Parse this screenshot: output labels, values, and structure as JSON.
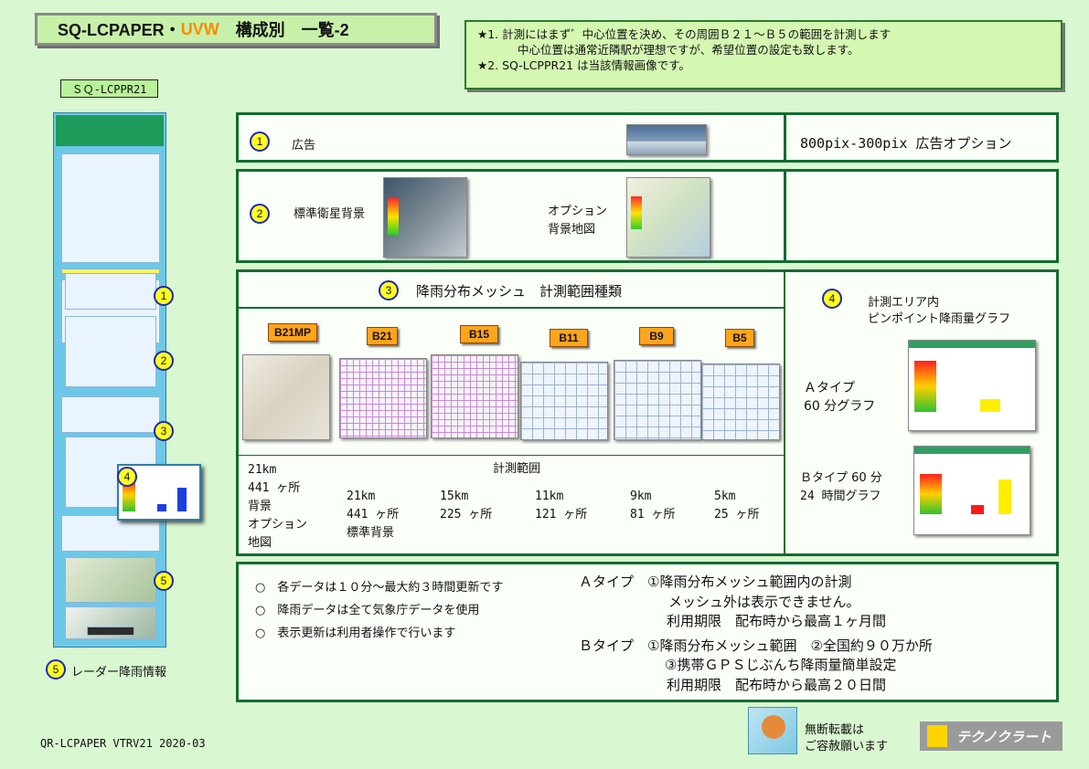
{
  "header": {
    "title_prefix": "SQ-LCPAPER・",
    "title_uvw": "UVW",
    "title_suffix": "　構成別　一覧-2"
  },
  "notes": [
    "★1. 計測にはまず゛中心位置を決め、その周囲Ｂ２１～Ｂ５の範囲を計測します",
    "中心位置は通常近隣駅が理想ですが、希望位置の設定も致します。",
    "★2. SQ-LCPPR21 は当該情報画像です。"
  ],
  "phone": {
    "label": "ＳＱ-LCPPR21",
    "markers": [
      "1",
      "2",
      "3",
      "4",
      "5"
    ]
  },
  "radar_caption": {
    "num": "5",
    "text": "レーダー降雨情報"
  },
  "section1": {
    "num": "1",
    "label": "広告",
    "spec": "800pix-300pix 広告オプション"
  },
  "section2": {
    "num": "2",
    "label_std": "標準衛星背景",
    "label_opt_1": "オプション",
    "label_opt_2": "背景地図"
  },
  "section3": {
    "num": "3",
    "title": "降雨分布メッシュ　計測範囲種類",
    "chips": [
      "B21MP",
      "B21",
      "B15",
      "B11",
      "B9",
      "B5"
    ],
    "range_label": "計測範囲",
    "col0": [
      "21km",
      "441 ヶ所",
      "背景",
      "オプション",
      "地図"
    ],
    "col1": [
      "21km",
      "441 ヶ所",
      "標準背景"
    ],
    "col2": [
      "15km",
      "225 ヶ所"
    ],
    "col3": [
      "11km",
      "121 ヶ所"
    ],
    "col4": [
      "9km",
      "81 ヶ所"
    ],
    "col5": [
      "5km",
      "25 ヶ所"
    ]
  },
  "section4": {
    "num": "4",
    "title_1": "計測エリア内",
    "title_2": "ピンポイント降雨量グラフ",
    "a_type_1": "Ａタイプ",
    "a_type_2": "60 分グラフ",
    "b_type_1": "Ｂタイプ 60 分",
    "b_type_2": "24 時間グラフ"
  },
  "info": {
    "bullets": [
      "各データは１０分～最大約３時間更新です",
      "降雨データは全て気象庁データを使用",
      "表示更新は利用者操作で行います"
    ],
    "bullet_mark": "○",
    "a_lines": [
      "Ａタイプ　①降雨分布メッシュ範囲内の計測",
      "メッシュ外は表示できません。",
      "利用期限　配布時から最高１ヶ月間"
    ],
    "b_lines": [
      "Ｂタイプ　①降雨分布メッシュ範囲　②全国約９０万か所",
      "③携帯ＧＰＳじぶんち降雨量簡単設定",
      "利用期限　配布時から最高２０日間"
    ]
  },
  "footer": {
    "code": "QR-LCPAPER VTRV21 2020-03",
    "notice_1": "無断転載は",
    "notice_2": "ご容赦願います",
    "logo_text": "テクノクラート"
  },
  "colors": {
    "frame": "#136b33",
    "chip": "#ffa51c",
    "background": "#d9f7d0"
  }
}
